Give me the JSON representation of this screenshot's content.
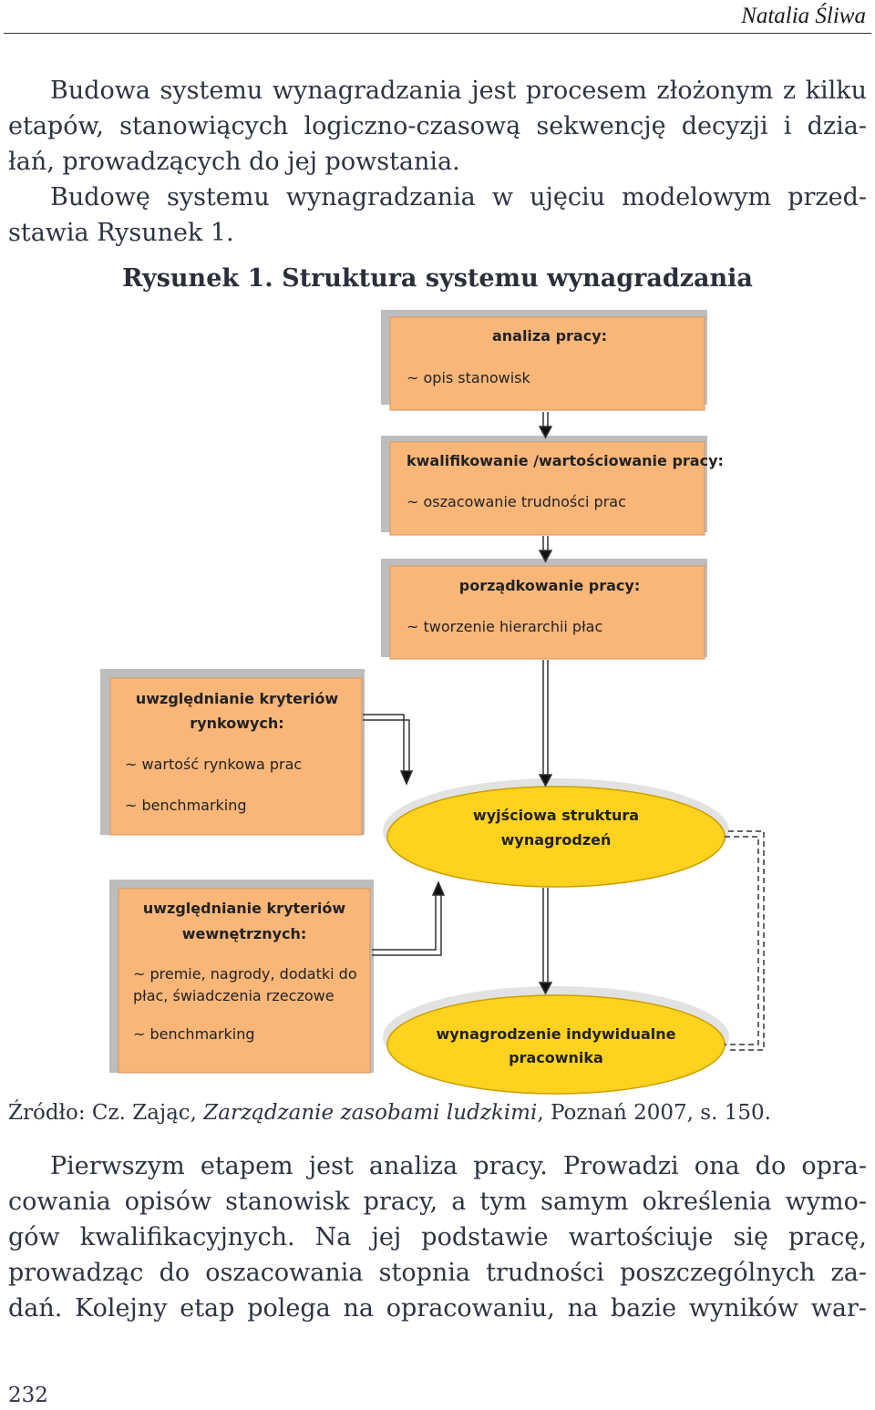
{
  "header": {
    "author": "Natalia Śliwa"
  },
  "paragraph1": {
    "line1": "Budowa systemu wynagradzania jest procesem złożonym z kilku",
    "line2": "etapów, stanowiących logiczno-czasową sekwencję decyzji i dzia-",
    "line3": "łań, prowadzących do jej powstania.",
    "line4": "Budowę systemu wynagradzania w ujęciu modelowym przed-",
    "line5": "stawia Rysunek 1."
  },
  "figure": {
    "caption": "Rysunek 1. Struktura systemu wynagradzania",
    "boxes": {
      "analiza": {
        "title": "analiza pracy:",
        "item": "~ opis stanowisk"
      },
      "kwalifikowanie": {
        "title": "kwalifikowanie /wartościowanie pracy:",
        "item": "~ oszacowanie trudności prac"
      },
      "porzadkowanie": {
        "title": "porządkowanie pracy:",
        "item": "~ tworzenie hierarchii płac"
      },
      "rynkowe": {
        "title1": "uwzględnianie kryteriów",
        "title2": "rynkowych:",
        "item1": "~ wartość rynkowa prac",
        "item2": "~ benchmarking"
      },
      "wewnetrzne": {
        "title1": "uwzględnianie kryteriów",
        "title2": "wewnętrznych:",
        "item1": "~ premie, nagrody, dodatki do",
        "item2": "płac, świadczenia rzeczowe",
        "item3": "~ benchmarking"
      }
    },
    "ellipses": {
      "struktura": {
        "line1": "wyjściowa struktura",
        "line2": "wynagrodzeń"
      },
      "indywidualne": {
        "line1": "wynagrodzenie indywidualne",
        "line2": "pracownika"
      }
    },
    "colors": {
      "box_fill": "#f9b679",
      "box_shadow": "#bdbdbd",
      "ellipse_fill": "#ffd21f",
      "ellipse_stroke": "#c9a000"
    }
  },
  "source": {
    "prefix": "Źródło: Cz. Zając, ",
    "title": "Zarządzanie zasobami ludzkimi",
    "suffix": ", Poznań 2007, s. 150."
  },
  "paragraph2": {
    "line1": "Pierwszym etapem jest analiza pracy. Prowadzi ona do opra-",
    "line2": "cowania opisów stanowisk pracy, a tym samym określenia wymo-",
    "line3": "gów kwalifikacyjnych. Na jej podstawie wartościuje się pracę,",
    "line4": "prowadząc do oszacowania stopnia trudności poszczególnych za-",
    "line5": "dań. Kolejny etap polega na opracowaniu, na bazie wyników war-"
  },
  "page_number": "232"
}
